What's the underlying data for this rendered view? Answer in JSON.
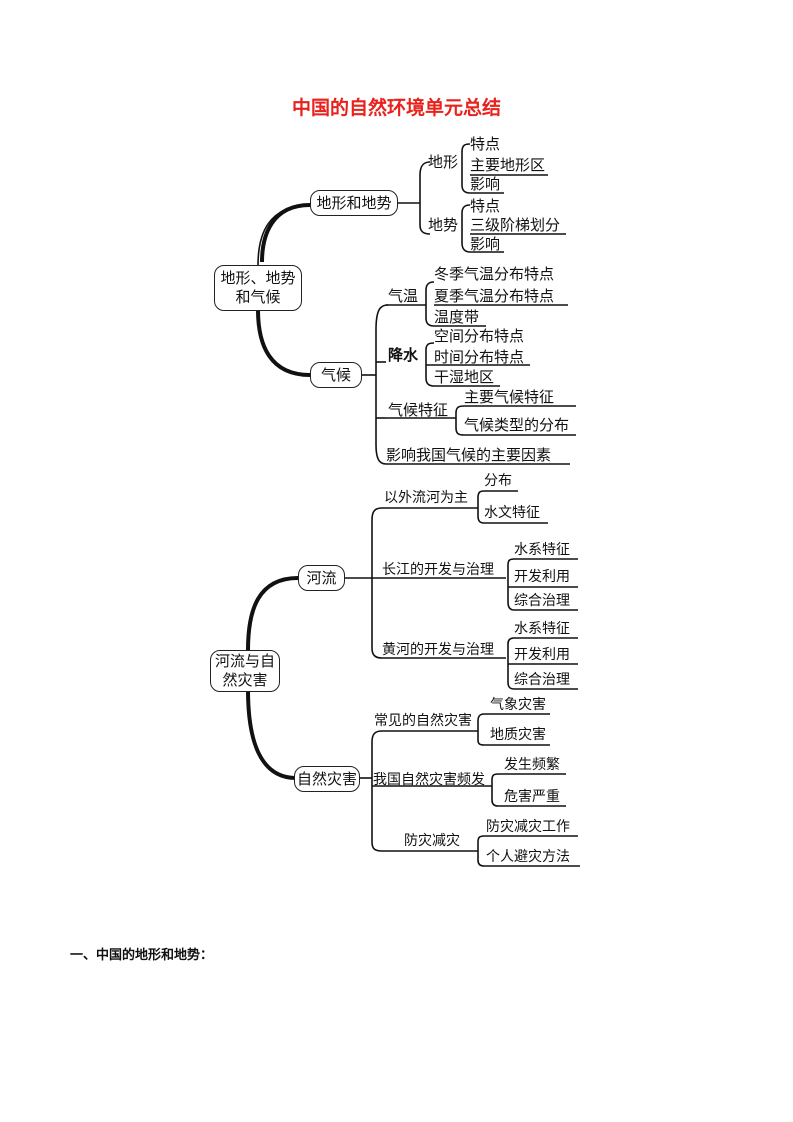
{
  "title": "中国的自然环境单元总结",
  "map1": {
    "root": "地形、地势和气候",
    "terrain": {
      "label": "地形和地势",
      "landform": {
        "label": "地形",
        "items": [
          "特点",
          "主要地形区",
          "影响"
        ]
      },
      "elevation": {
        "label": "地势",
        "items": [
          "特点",
          "三级阶梯划分",
          "影响"
        ]
      }
    },
    "climate": {
      "label": "气候",
      "temperature": {
        "label": "气温",
        "items": [
          "冬季气温分布特点",
          "夏季气温分布特点",
          "温度带"
        ]
      },
      "precipitation": {
        "label": "降水",
        "items": [
          "空间分布特点",
          "时间分布特点",
          "干湿地区"
        ]
      },
      "features": {
        "label": "气候特征",
        "items": [
          "主要气候特征",
          "气候类型的分布"
        ]
      },
      "factors": "影响我国气候的主要因素"
    }
  },
  "map2": {
    "root": "河流与自然灾害",
    "rivers": {
      "label": "河流",
      "outflow": {
        "label": "以外流河为主",
        "items": [
          "分布",
          "水文特征"
        ]
      },
      "yangtze": {
        "label": "长江的开发与治理",
        "items": [
          "水系特征",
          "开发利用",
          "综合治理"
        ]
      },
      "yellow": {
        "label": "黄河的开发与治理",
        "items": [
          "水系特征",
          "开发利用",
          "综合治理"
        ]
      }
    },
    "disasters": {
      "label": "自然灾害",
      "common": {
        "label": "常见的自然灾害",
        "items": [
          "气象灾害",
          "地质灾害"
        ]
      },
      "frequent": {
        "label": "我国自然灾害频发",
        "items": [
          "发生频繁",
          "危害严重"
        ]
      },
      "prevention": {
        "label": "防灾减灾",
        "items": [
          "防灾减灾工作",
          "个人避灾方法"
        ]
      }
    }
  },
  "section_heading": "一、中国的地形和地势："
}
